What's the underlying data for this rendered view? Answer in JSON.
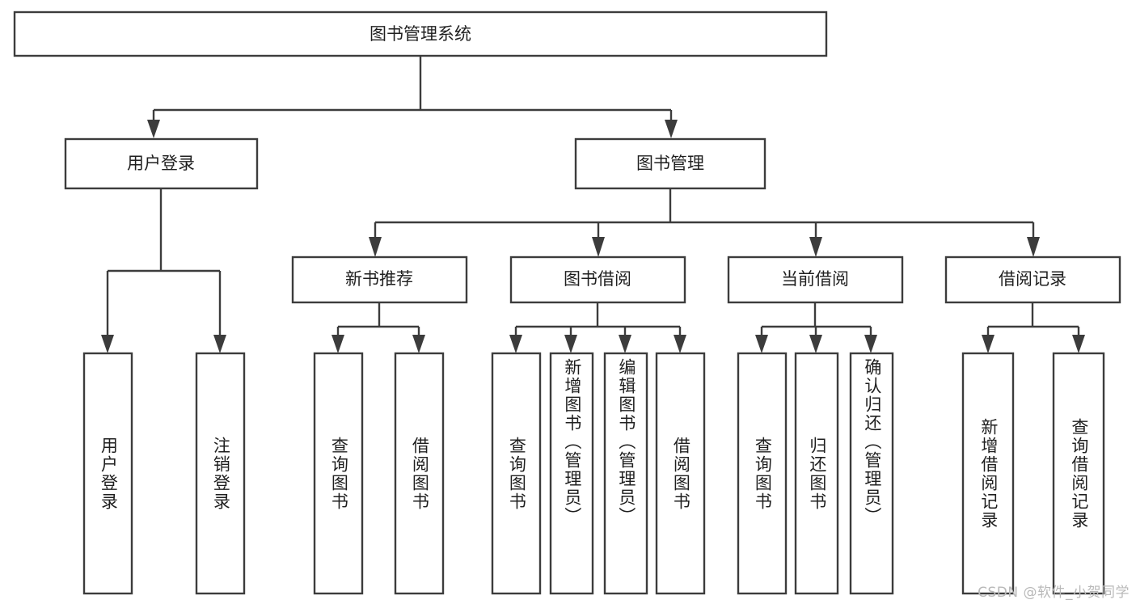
{
  "diagram": {
    "type": "tree-hierarchy-chart",
    "title": "图书管理系统",
    "watermark": "CSDN @软件_小贺同学",
    "colors": {
      "background": "#ffffff",
      "box_stroke": "#3c3c3c",
      "box_fill": "#ffffff",
      "text": "#1f1f1f",
      "watermark": "#b9b9b9"
    },
    "levels": {
      "root": "图书管理系统",
      "level2": [
        "用户登录",
        "图书管理"
      ],
      "level3": [
        "新书推荐",
        "图书借阅",
        "当前借阅",
        "借阅记录"
      ]
    },
    "nodes": {
      "root": {
        "label": "图书管理系统",
        "orientation": "horizontal"
      },
      "user_login": {
        "label": "用户登录",
        "orientation": "horizontal"
      },
      "book_manage": {
        "label": "图书管理",
        "orientation": "horizontal"
      },
      "new_book_rec": {
        "label": "新书推荐",
        "orientation": "horizontal"
      },
      "book_borrow": {
        "label": "图书借阅",
        "orientation": "horizontal"
      },
      "current_borrow": {
        "label": "当前借阅",
        "orientation": "horizontal"
      },
      "borrow_record": {
        "label": "借阅记录",
        "orientation": "horizontal"
      },
      "leaf_user_login": {
        "label": "用户登录",
        "orientation": "vertical"
      },
      "leaf_user_logout": {
        "label": "注销登录",
        "orientation": "vertical"
      },
      "leaf_query_book_1": {
        "label": "查询图书",
        "orientation": "vertical"
      },
      "leaf_borrow_book_1": {
        "label": "借阅图书",
        "orientation": "vertical"
      },
      "leaf_query_book_2": {
        "label": "查询图书",
        "orientation": "vertical"
      },
      "leaf_add_book": {
        "label": "新增图书（管理员）",
        "orientation": "vertical"
      },
      "leaf_edit_book": {
        "label": "编辑图书（管理员）",
        "orientation": "vertical"
      },
      "leaf_borrow_book_2": {
        "label": "借阅图书",
        "orientation": "vertical"
      },
      "leaf_query_book_3": {
        "label": "查询图书",
        "orientation": "vertical"
      },
      "leaf_return_book": {
        "label": "归还图书",
        "orientation": "vertical"
      },
      "leaf_confirm_return": {
        "label": "确认归还（管理员）",
        "orientation": "vertical"
      },
      "leaf_add_record": {
        "label": "新增借阅记录",
        "orientation": "vertical"
      },
      "leaf_query_record": {
        "label": "查询借阅记录",
        "orientation": "vertical"
      }
    },
    "edges": [
      {
        "from": "root",
        "to": "user_login"
      },
      {
        "from": "root",
        "to": "book_manage"
      },
      {
        "from": "user_login",
        "to": "leaf_user_login"
      },
      {
        "from": "user_login",
        "to": "leaf_user_logout"
      },
      {
        "from": "book_manage",
        "to": "new_book_rec"
      },
      {
        "from": "book_manage",
        "to": "book_borrow"
      },
      {
        "from": "book_manage",
        "to": "current_borrow"
      },
      {
        "from": "book_manage",
        "to": "borrow_record"
      },
      {
        "from": "new_book_rec",
        "to": "leaf_query_book_1"
      },
      {
        "from": "new_book_rec",
        "to": "leaf_borrow_book_1"
      },
      {
        "from": "book_borrow",
        "to": "leaf_query_book_2"
      },
      {
        "from": "book_borrow",
        "to": "leaf_add_book"
      },
      {
        "from": "book_borrow",
        "to": "leaf_edit_book"
      },
      {
        "from": "book_borrow",
        "to": "leaf_borrow_book_2"
      },
      {
        "from": "current_borrow",
        "to": "leaf_query_book_3"
      },
      {
        "from": "current_borrow",
        "to": "leaf_return_book"
      },
      {
        "from": "current_borrow",
        "to": "leaf_confirm_return"
      },
      {
        "from": "borrow_record",
        "to": "leaf_add_record"
      },
      {
        "from": "borrow_record",
        "to": "leaf_query_record"
      }
    ]
  }
}
